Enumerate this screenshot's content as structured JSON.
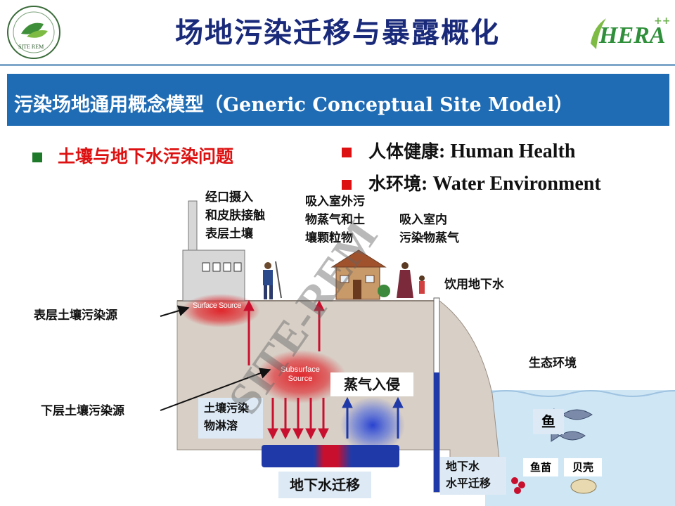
{
  "header": {
    "title": "场地污染迁移与暴露概化",
    "logo_left_text": "SITE REM",
    "logo_right_text": "HERA",
    "logo_right_sup": "++"
  },
  "banner": {
    "cn": "污染场地通用概念模型（",
    "en": "Generic Conceptual Site Model",
    "close": "）"
  },
  "bullets": {
    "left": {
      "text": "土壤与地下水污染问题",
      "color": "#dd1111"
    },
    "right": [
      {
        "cn": "人体健康",
        "en": ": Human Health"
      },
      {
        "cn": "水环境",
        "en": ": Water Environment"
      }
    ]
  },
  "diagram": {
    "exposure_labels": {
      "ingestion": [
        "经口摄入",
        "和皮肤接触",
        "表层土壤"
      ],
      "outdoor": [
        "吸入室外污",
        "物蒸气和土",
        "壤颗粒物"
      ],
      "indoor": [
        "吸入室内",
        "污染物蒸气"
      ],
      "drinking": "饮用地下水"
    },
    "surface_source_label": "表层土壤污染源",
    "subsurface_source_label": "下层土壤污染源",
    "surface_source_tag": "Surface Source",
    "subsurface_source_tag": [
      "Subsurface",
      "Source"
    ],
    "vapor_intrusion": "蒸气入侵",
    "leaching": [
      "土壤污染",
      "物淋溶"
    ],
    "gw_migration": "地下水迁移",
    "gw_horizontal": [
      "地下水",
      "水平迁移"
    ],
    "ecology": "生态环境",
    "fish": "鱼",
    "fry": "鱼苗",
    "shellfish": "贝壳",
    "watermark": "SITE-REM"
  },
  "colors": {
    "title": "#1a2a7a",
    "banner": "#1f6cb4",
    "bullet_green": "#1e7a2a",
    "bullet_red": "#dd1111",
    "soil": "#d8cfc6",
    "groundwater": "#1f3aa8",
    "contamination": "#e01e24",
    "water": "#cfe6f5"
  }
}
